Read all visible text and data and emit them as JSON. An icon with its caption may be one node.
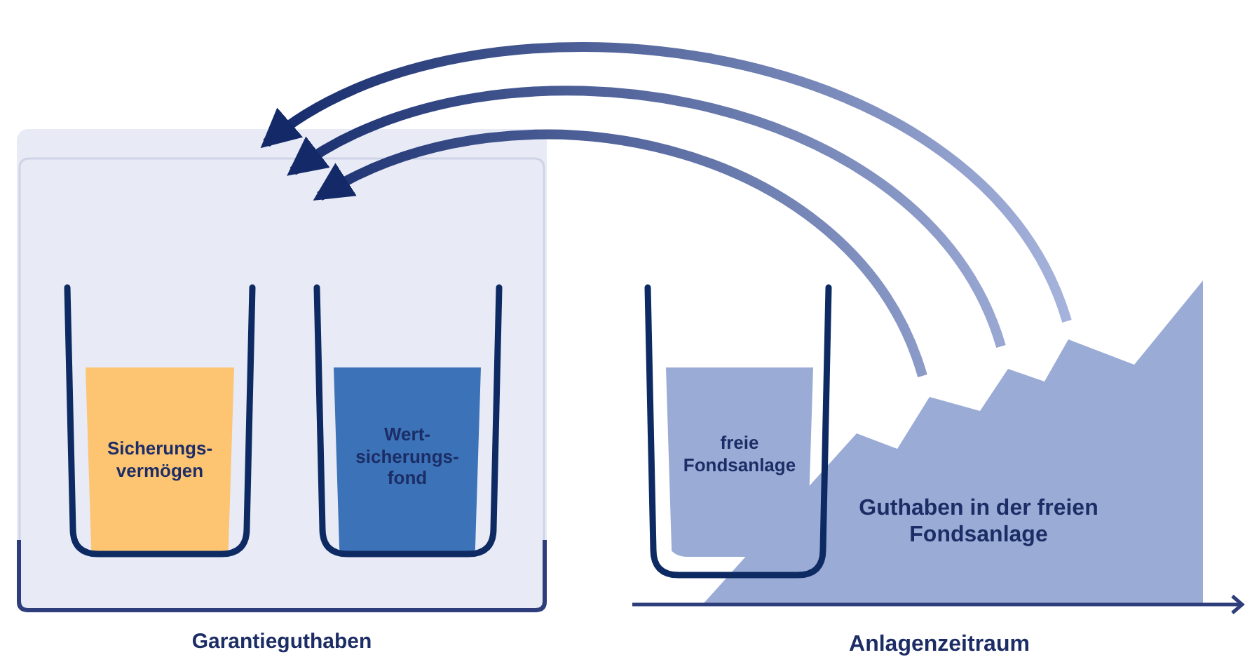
{
  "diagram": {
    "nodes": [
      {
        "text": [
          "Garantieguthaben"
        ]
      },
      {
        "text": [
          "Sicherungs- vermögen"
        ],
        "in": 0
      },
      {
        "text": [
          "Wert- sicherungs- fond"
        ],
        "in": 0
      },
      {
        "text": [
          "freie Fondsanlage"
        ]
      },
      {
        "text": [
          "Guthaben in der freien Fondsanlage"
        ]
      }
    ],
    "edges": [
      {
        "from": 4,
        "to": 0,
        "arrow": "to"
      },
      {
        "from": 4,
        "to": 0,
        "arrow": "to"
      },
      {
        "from": 4,
        "to": 0,
        "arrow": "to"
      }
    ],
    "labels": [
      "Anlagenzeitraum"
    ]
  }
}
